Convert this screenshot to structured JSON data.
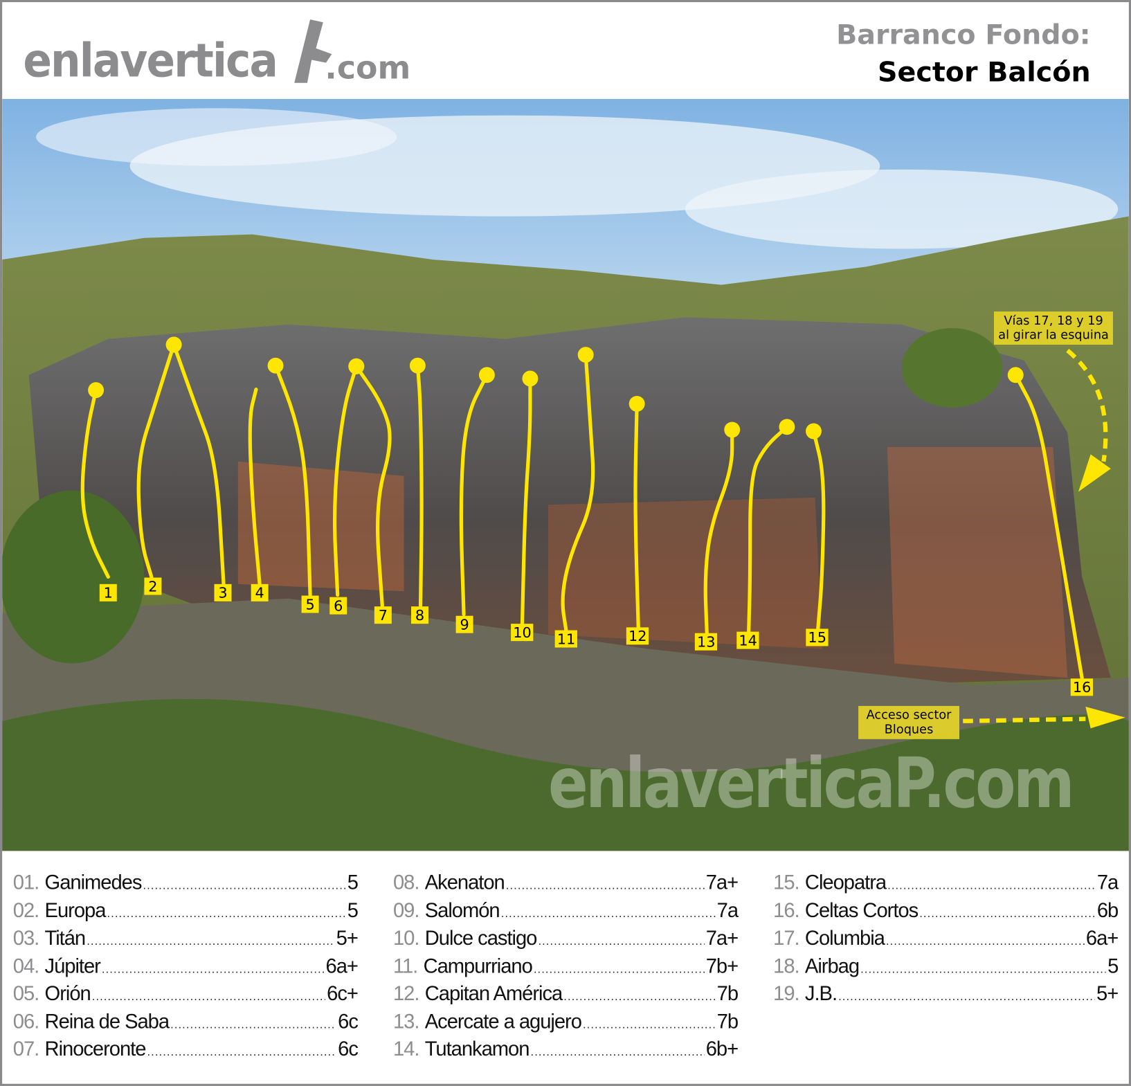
{
  "logo": {
    "main": "enlavertica",
    "domain": ".com"
  },
  "header": {
    "area": "Barranco Fondo:",
    "sector": "Sector Balcón"
  },
  "photo": {
    "route_numbers": [
      "1",
      "2",
      "3",
      "4",
      "5",
      "6",
      "7",
      "8",
      "9",
      "10",
      "11",
      "12",
      "13",
      "14",
      "15",
      "16"
    ],
    "callout_corner": [
      "Vías 17, 18 y 19",
      "al girar la esquina"
    ],
    "callout_access": [
      "Acceso sector",
      "Bloques"
    ],
    "watermark": "enlaverticaP.com",
    "route_color": "#ffe600"
  },
  "legend": {
    "columns": [
      [
        {
          "num": "01.",
          "name": "Ganimedes",
          "grade": "5"
        },
        {
          "num": "02.",
          "name": "Europa",
          "grade": "5"
        },
        {
          "num": "03.",
          "name": "Titán",
          "grade": "5+"
        },
        {
          "num": "04.",
          "name": "Júpiter",
          "grade": "6a+"
        },
        {
          "num": "05.",
          "name": "Orión",
          "grade": "6c+"
        },
        {
          "num": "06.",
          "name": "Reina de Saba",
          "grade": "6c"
        },
        {
          "num": "07.",
          "name": "Rinoceronte",
          "grade": "6c"
        }
      ],
      [
        {
          "num": "08.",
          "name": "Akenaton",
          "grade": "7a+"
        },
        {
          "num": "09.",
          "name": "Salomón",
          "grade": "7a"
        },
        {
          "num": "10.",
          "name": "Dulce castigo",
          "grade": "7a+"
        },
        {
          "num": "11.",
          "name": "Campurriano",
          "grade": "7b+"
        },
        {
          "num": "12.",
          "name": "Capitan América",
          "grade": "7b"
        },
        {
          "num": "13.",
          "name": "Acercate a agujero",
          "grade": "7b"
        },
        {
          "num": "14.",
          "name": "Tutankamon",
          "grade": "6b+"
        }
      ],
      [
        {
          "num": "15.",
          "name": "Cleopatra",
          "grade": "7a"
        },
        {
          "num": "16.",
          "name": "Celtas Cortos",
          "grade": "6b"
        },
        {
          "num": "17.",
          "name": "Columbia",
          "grade": "6a+"
        },
        {
          "num": "18.",
          "name": "Airbag",
          "grade": "5"
        },
        {
          "num": "19.",
          "name": "J.B.",
          "grade": "5+"
        }
      ]
    ]
  }
}
